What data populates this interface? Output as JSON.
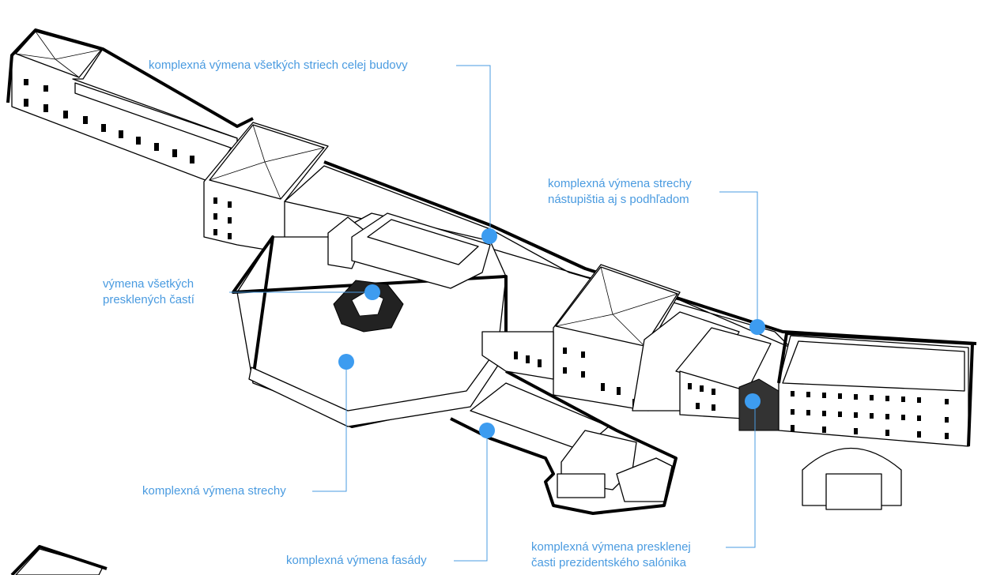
{
  "annotations": [
    {
      "id": "roofs-all",
      "lines": [
        "komplexná výmena všetkých striech celej budovy"
      ]
    },
    {
      "id": "platform-roof",
      "lines": [
        "komplexná výmena strechy",
        "nástupištia aj s podhľadom"
      ]
    },
    {
      "id": "glazing-all",
      "lines": [
        "výmena všetkých",
        "presklených častí"
      ]
    },
    {
      "id": "roof-main",
      "lines": [
        "komplexná výmena strechy"
      ]
    },
    {
      "id": "facade",
      "lines": [
        "komplexná výmena fasády"
      ]
    },
    {
      "id": "presidential-lounge",
      "lines": [
        "komplexná výmena presklenej",
        "časti prezidentského salónika"
      ]
    }
  ],
  "colors": {
    "annotation": "#4a9be0",
    "marker": "#3d9cf0",
    "drawing": "#000000"
  }
}
